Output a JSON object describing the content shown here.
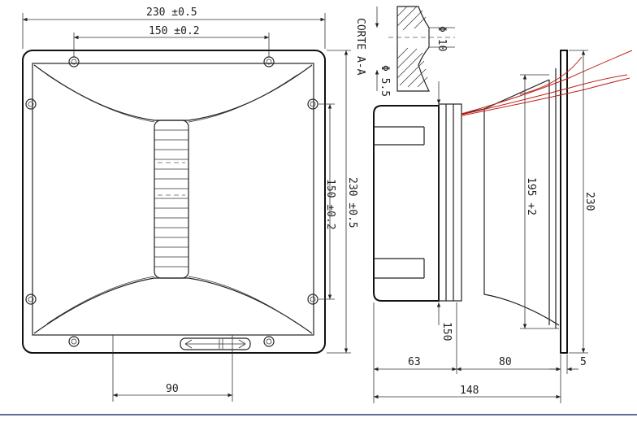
{
  "dimensions": {
    "front_width": "230 ±0.5",
    "front_hole_spacing_top": "150 ±0.2",
    "front_height": "230 ±0.5",
    "front_hole_spacing_side": "150 ±0.2",
    "bottom_offset": "90",
    "section_diameter_large": "Φ 10",
    "section_diameter_small": "Φ 5.5",
    "side_inner_height": "195 +2",
    "side_height": "230",
    "side_vertical": "150",
    "side_depth_rear": "63",
    "side_depth_front": "80",
    "side_flange": "5",
    "side_total_depth": "148"
  },
  "labels": {
    "section": "CORTE A-A"
  },
  "colors": {
    "line": "#222222",
    "cable": "#c0201a",
    "footer_rule": "#2e3a7a"
  }
}
